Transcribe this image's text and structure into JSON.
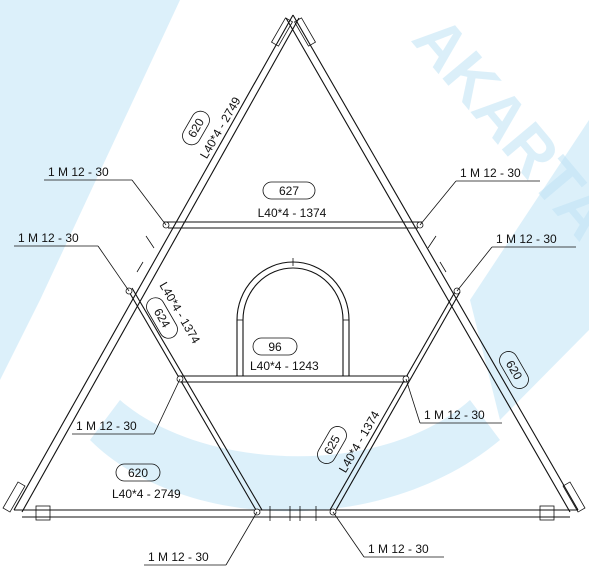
{
  "watermark": {
    "text": "AKARTA",
    "color": "#bfe3f5"
  },
  "member_labels": [
    {
      "id": "620",
      "spec": "L40*4 - 2749"
    },
    {
      "id": "627",
      "spec": "L40*4 - 1374"
    },
    {
      "id": "624",
      "spec": "L40*4 - 1374"
    },
    {
      "id": "96",
      "spec": "L40*4 - 1243"
    },
    {
      "id": "620"
    },
    {
      "id": "625",
      "spec": "L40*4 - 1374"
    },
    {
      "id": "620",
      "spec": "L40*4 - 2749"
    }
  ],
  "bolt_callouts": [
    "1 M 12 - 30",
    "1 M 12 - 30",
    "1 M 12 - 30",
    "1 M 12 - 30",
    "1 M 12 - 30",
    "1 M 12 - 30",
    "1 M 12 - 30",
    "1 M 12 - 30"
  ]
}
